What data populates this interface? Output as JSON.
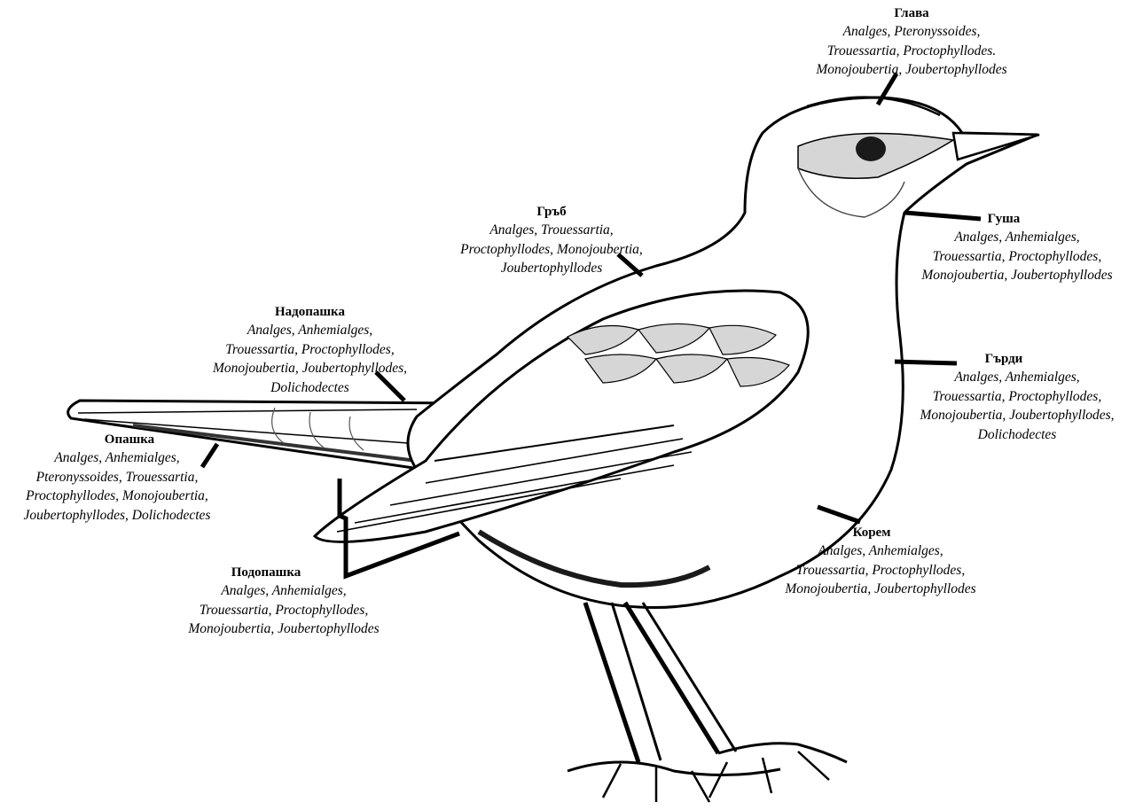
{
  "colors": {
    "ink": "#000000",
    "paper": "#ffffff",
    "plumage_shade": "#d6d6d6",
    "dark_shade": "#1a1a1a"
  },
  "illustration": {
    "subject": "bird-line-drawing"
  },
  "regions": {
    "head": {
      "title": "Глава",
      "lines": [
        "Analges, Pteronyssoides,",
        "Trouessartia, Proctophyllodes.",
        "Monojoubertia, Joubertophyllodes"
      ]
    },
    "throat": {
      "title": "Гуша",
      "lines": [
        "Analges, Anhemialges,",
        "Trouessartia, Proctophyllodes,",
        "Monojoubertia, Joubertophyllodes"
      ]
    },
    "back": {
      "title": "Гръб",
      "lines": [
        "Analges, Trouessartia,",
        "Proctophyllodes, Monojoubertia,",
        "Joubertophyllodes"
      ]
    },
    "rump": {
      "title": "Надопашка",
      "lines": [
        "Analges, Anhemialges,",
        "Trouessartia, Proctophyllodes,",
        "Monojoubertia, Joubertophyllodes,",
        "Dolichodectes"
      ]
    },
    "breast": {
      "title": "Гърди",
      "lines": [
        "Analges, Anhemialges,",
        "Trouessartia, Proctophyllodes,",
        "Monojoubertia, Joubertophyllodes,",
        "Dolichodectes"
      ]
    },
    "tail": {
      "title": "Опашка",
      "lines": [
        "Analges, Anhemialges,",
        "Pteronyssoides, Trouessartia,",
        "Proctophyllodes, Monojoubertia,",
        "Joubertophyllodes, Dolichodectes"
      ]
    },
    "belly": {
      "title": "Корем",
      "lines": [
        "Analges, Anhemialges,",
        "Trouessartia, Proctophyllodes,",
        "Monojoubertia, Joubertophyllodes"
      ]
    },
    "undertail": {
      "title": "Подопашка",
      "lines": [
        "Analges, Anhemialges,",
        "Trouessartia, Proctophyllodes,",
        "Monojoubertia, Joubertophyllodes"
      ]
    }
  }
}
